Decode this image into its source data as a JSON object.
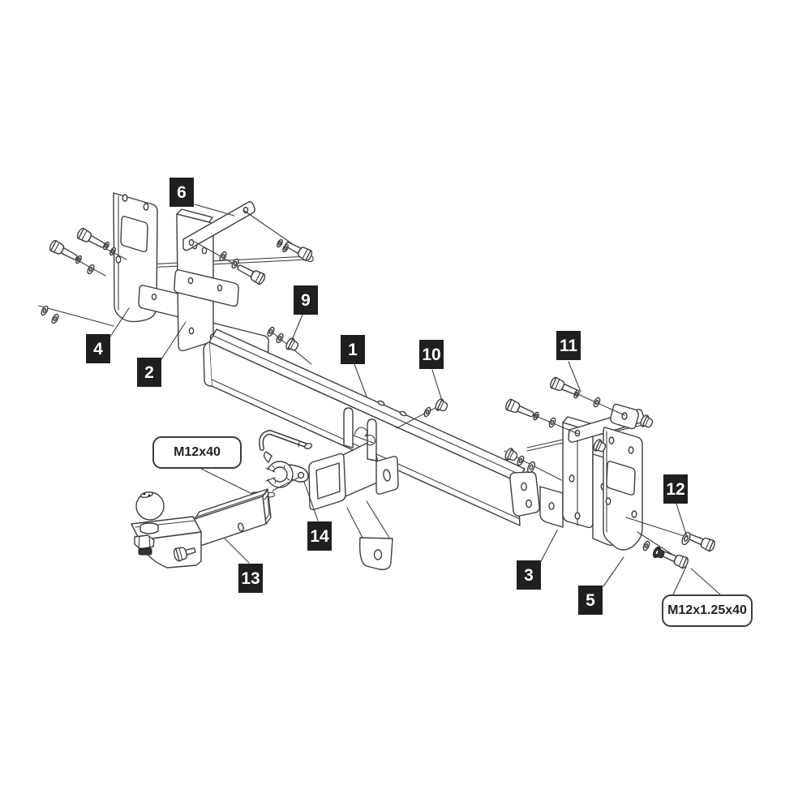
{
  "diagram": {
    "kind": "exploded-parts-diagram",
    "subject": "towbar hitch assembly",
    "callouts": [
      {
        "number": "1"
      },
      {
        "number": "2"
      },
      {
        "number": "3"
      },
      {
        "number": "4"
      },
      {
        "number": "5"
      },
      {
        "number": "6"
      },
      {
        "number": "9"
      },
      {
        "number": "10"
      },
      {
        "number": "11"
      },
      {
        "number": "12"
      },
      {
        "number": "13"
      },
      {
        "number": "14"
      }
    ],
    "dimension_labels": [
      {
        "text": "M12x40"
      },
      {
        "text": "M12x1.25x40"
      }
    ],
    "colors": {
      "callout_background": "#1f1f1f",
      "callout_text": "#ffffff",
      "line": "#3d3d3d",
      "background": "#ffffff"
    }
  }
}
